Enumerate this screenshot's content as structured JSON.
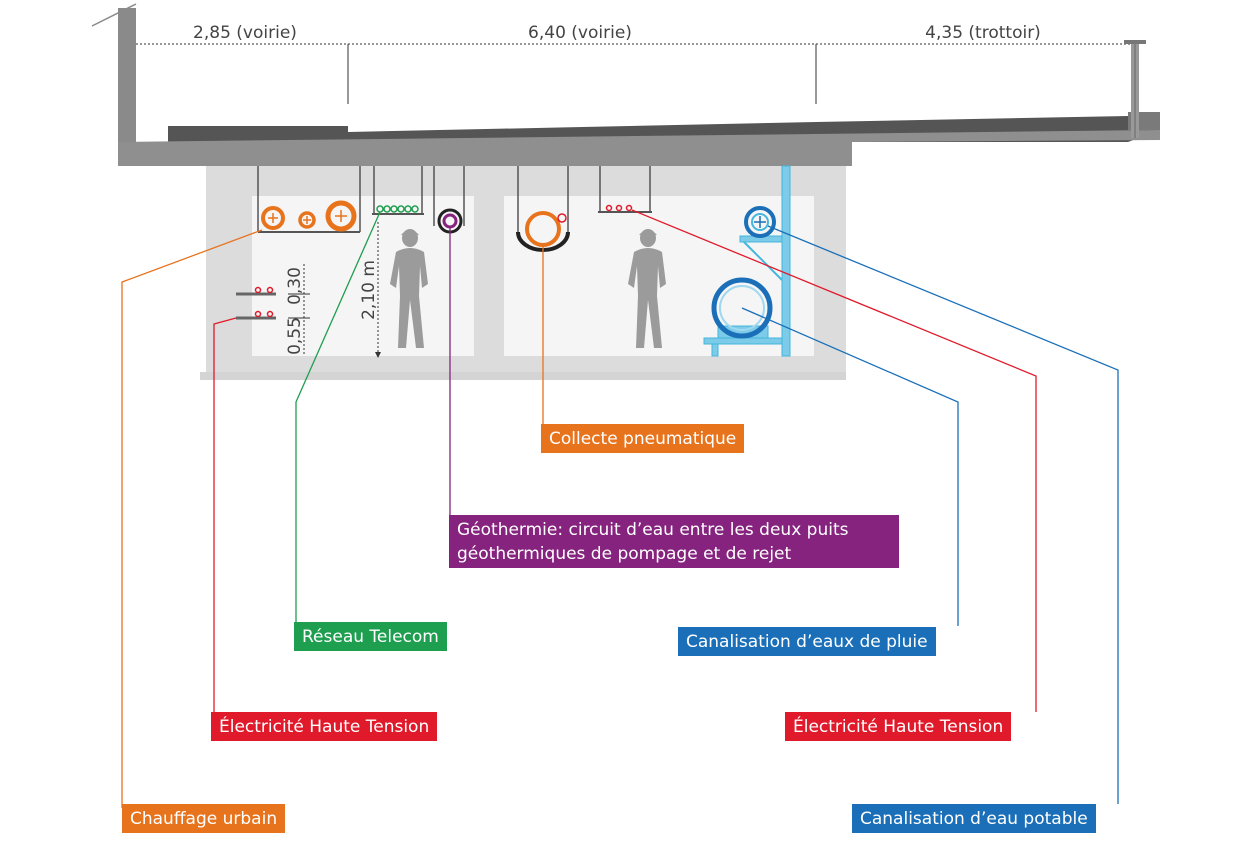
{
  "colors": {
    "orange": "#e8731d",
    "green": "#1e9e4f",
    "purple": "#85237f",
    "red": "#e01a2b",
    "blue": "#1a6fb8",
    "light_blue": "#45b6dd",
    "concrete": "#d9d9d9",
    "road": "#595959",
    "person": "#9b9b9b"
  },
  "dimensions": {
    "road_left": "2,85 (voirie)",
    "road_middle": "6,40 (voirie)",
    "sidewalk": "4,35 (trottoir)",
    "cable_gap": "0,30",
    "cable_bottom": "0,55",
    "tunnel_height": "2,10 m"
  },
  "labels": {
    "collecte": "Collecte pneumatique",
    "geothermie_line1": "Géothermie: circuit d’eau entre les deux puits",
    "geothermie_line2": "géothermiques de pompage et de rejet",
    "telecom": "Réseau Telecom",
    "eaux_pluie": "Canalisation d’eaux de pluie",
    "electricite_left": "Électricité Haute Tension",
    "electricite_right": "Électricité Haute Tension",
    "chauffage": "Chauffage urbain",
    "eau_potable": "Canalisation d’eau potable"
  }
}
